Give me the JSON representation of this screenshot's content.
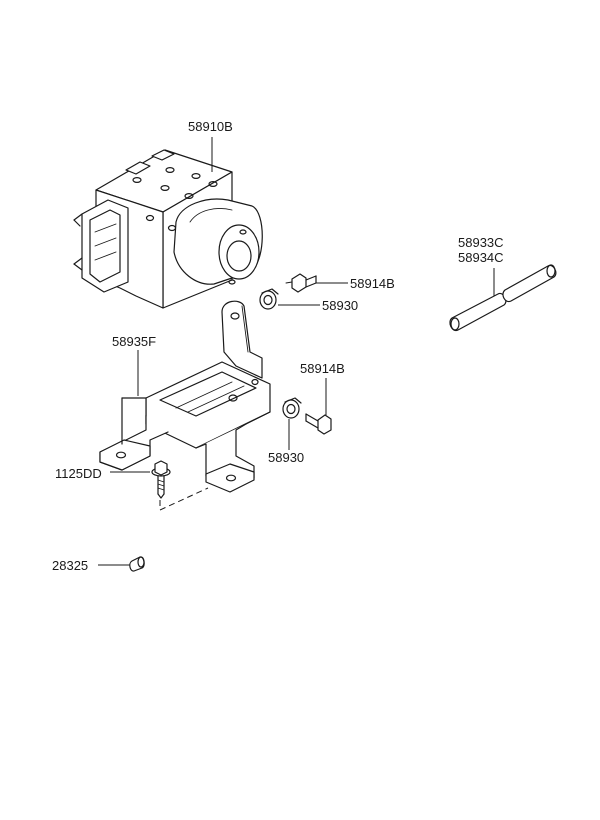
{
  "diagram": {
    "labels": {
      "abs_module": "58910B",
      "hose_a": "58933C",
      "hose_b": "58934C",
      "bolt_upper": "58914B",
      "bushing_upper": "58930",
      "bracket": "58935F",
      "bolt_lower": "58914B",
      "bushing_lower": "58930",
      "flange_bolt": "1125DD",
      "cap": "28325"
    }
  }
}
